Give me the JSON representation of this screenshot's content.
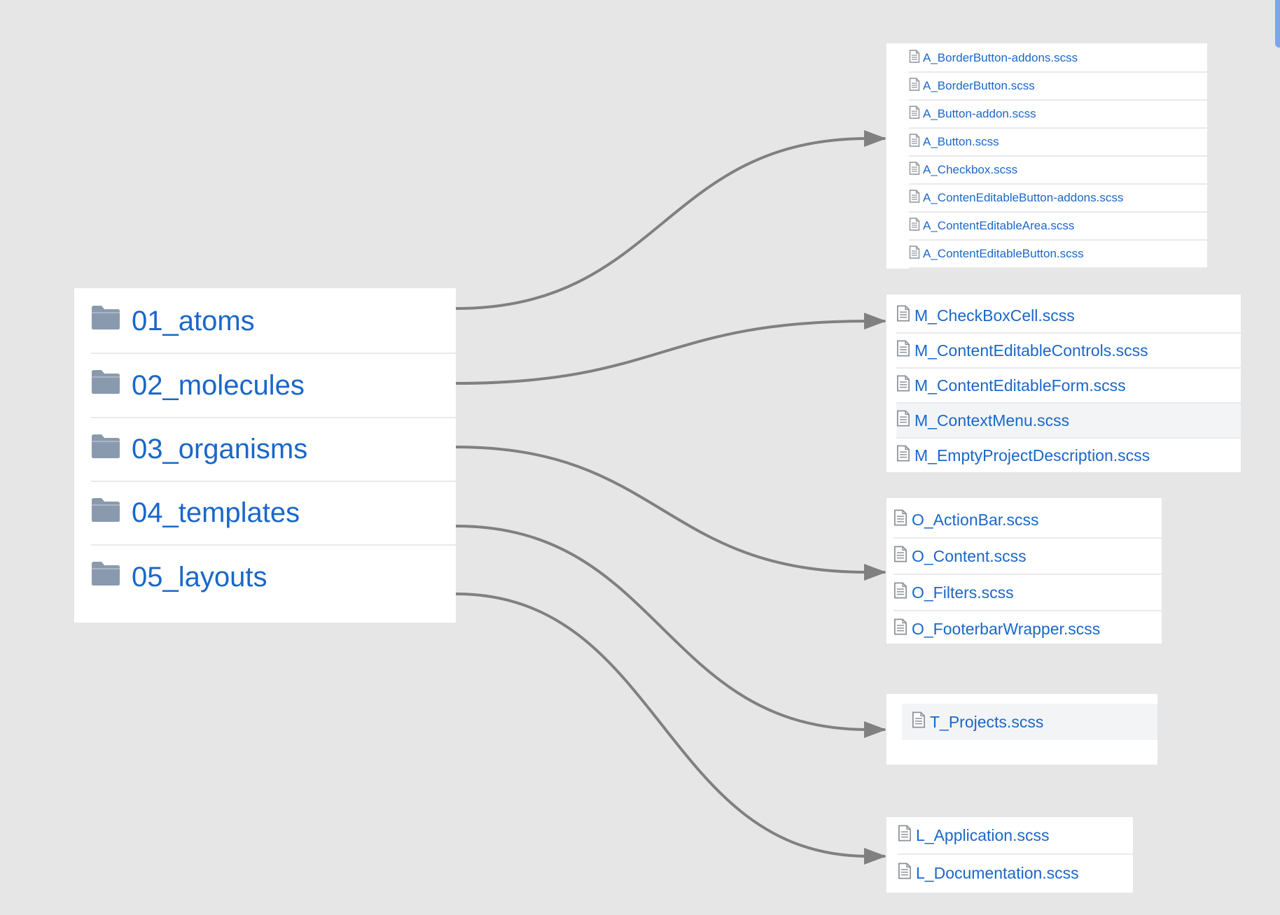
{
  "folders": [
    {
      "name": "01_atoms",
      "icon": "folder-icon"
    },
    {
      "name": "02_molecules",
      "icon": "folder-icon"
    },
    {
      "name": "03_organisms",
      "icon": "folder-icon"
    },
    {
      "name": "04_templates",
      "icon": "folder-icon"
    },
    {
      "name": "05_layouts",
      "icon": "folder-icon"
    }
  ],
  "groups": {
    "atoms": {
      "files": [
        "A_BorderButton-addons.scss",
        "A_BorderButton.scss",
        "A_Button-addon.scss",
        "A_Button.scss",
        "A_Checkbox.scss",
        "A_ContenEditableButton-addons.scss",
        "A_ContentEditableArea.scss",
        "A_ContentEditableButton.scss"
      ]
    },
    "molecules": {
      "files": [
        "M_CheckBoxCell.scss",
        "M_ContentEditableControls.scss",
        "M_ContentEditableForm.scss",
        "M_ContextMenu.scss",
        "M_EmptyProjectDescription.scss"
      ],
      "highlighted": "M_ContextMenu.scss"
    },
    "organisms": {
      "files": [
        "O_ActionBar.scss",
        "O_Content.scss",
        "O_Filters.scss",
        "O_FooterbarWrapper.scss"
      ]
    },
    "templates": {
      "files": [
        "T_Projects.scss"
      ],
      "highlighted": "T_Projects.scss"
    },
    "layouts": {
      "files": [
        "L_Application.scss",
        "L_Documentation.scss"
      ]
    }
  },
  "colors": {
    "background": "#e6e6e6",
    "panel": "#ffffff",
    "link": "#1a67c9",
    "folder_icon": "#8a9aae",
    "file_icon": "#8c9299",
    "connector": "#808080",
    "row_highlight": "#f3f4f6",
    "accent": "#7aa4ef"
  },
  "icons": {
    "folder": "folder-icon",
    "file": "file-icon"
  }
}
